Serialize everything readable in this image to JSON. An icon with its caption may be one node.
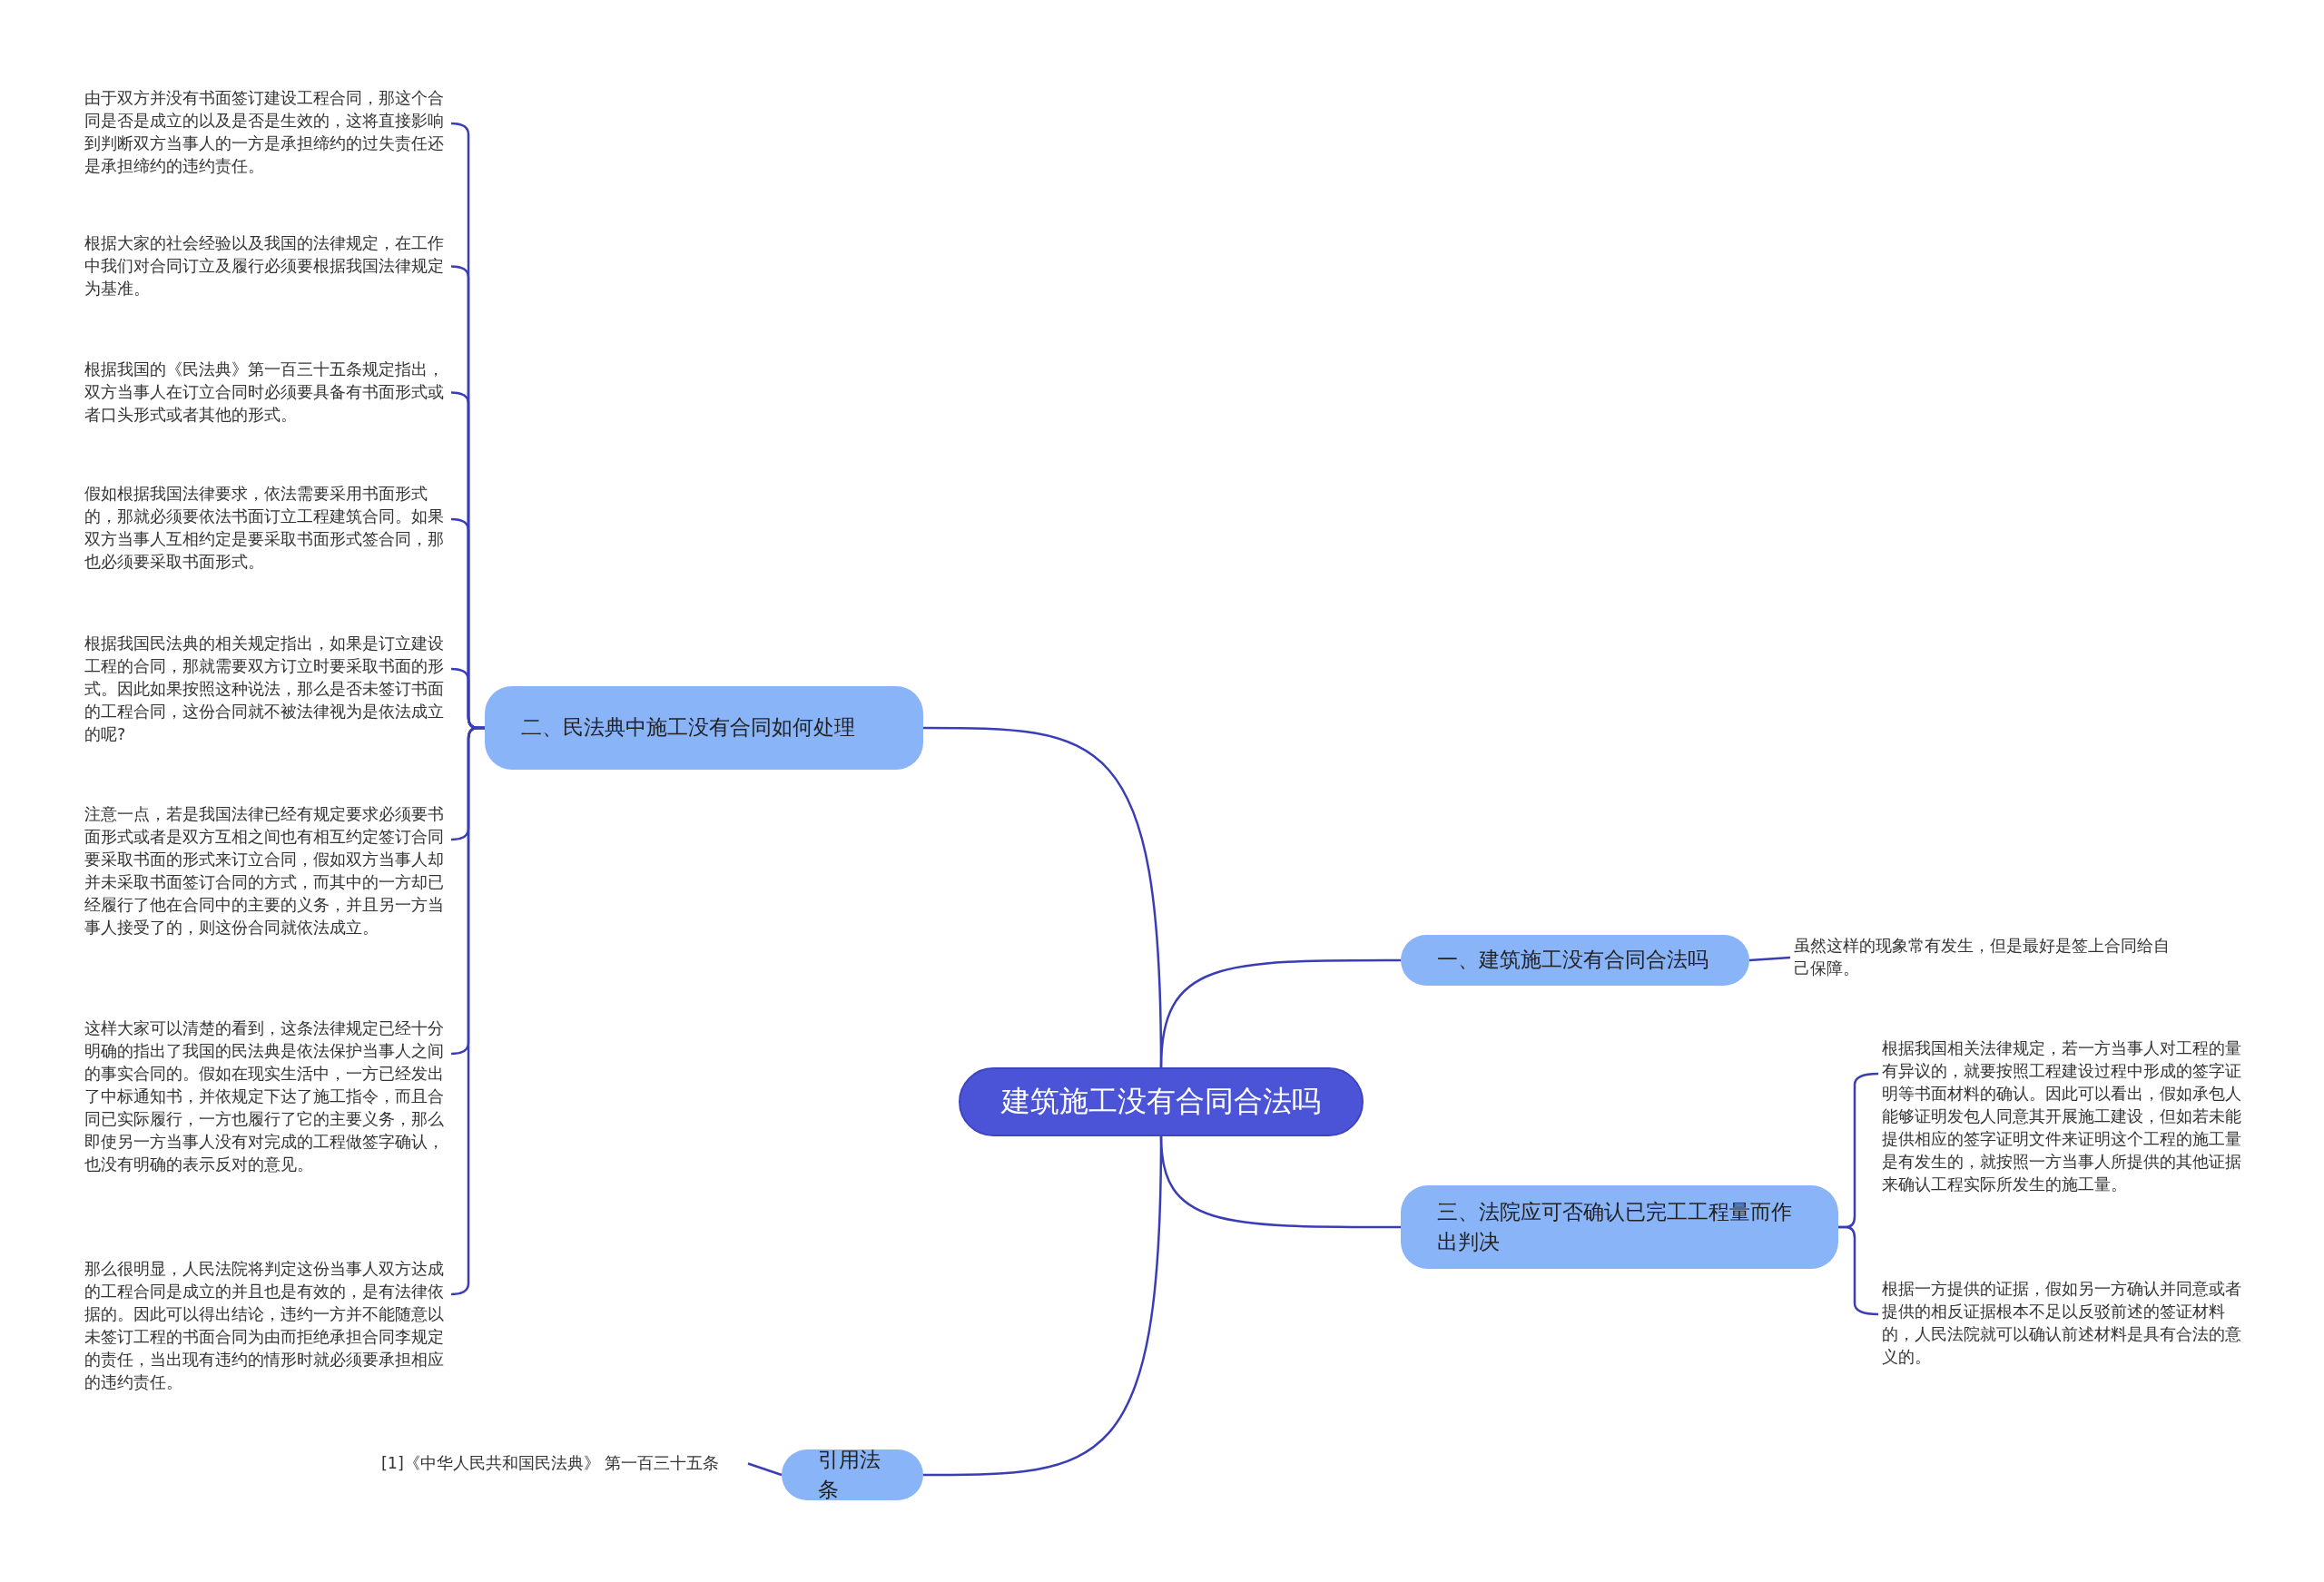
{
  "diagram": {
    "nodes": [
      {
        "text": [
          "建筑施工没有合同合法吗"
        ]
      },
      {
        "text": [
          "二、民法典中施工没有合同如何处理"
        ]
      },
      {
        "text": [
          "由于双方并没有书面签订建设工程合同，那这个合同是否是成立的以及是否是生效的，这将直接影响到判断双方当事人的一方是承担缔约的过失责任还是承担缔约的违约责任。"
        ]
      },
      {
        "text": [
          "根据大家的社会经验以及我国的法律规定，在工作中我们对合同订立及履行必须要根据我国法律规定为基准。"
        ]
      },
      {
        "text": [
          "根据我国的《民法典》第一百三十五条规定指出，双方当事人在订立合同时必须要具备有书面形式或者口头形式或者其他的形式。"
        ]
      },
      {
        "text": [
          "假如根据我国法律要求，依法需要采用书面形式的，那就必须要依法书面订立工程建筑合同。如果双方当事人互相约定是要采取书面形式签合同，那也必须要采取书面形式。"
        ]
      },
      {
        "text": [
          "根据我国民法典的相关规定指出，如果是订立建设工程的合同，那就需要双方订立时要采取书面的形式。因此如果按照这种说法，那么是否未签订书面的工程合同，这份合同就不被法律视为是依法成立的呢?"
        ]
      },
      {
        "text": [
          "注意一点，若是我国法律已经有规定要求必须要书面形式或者是双方互相之间也有相互约定签订合同要采取书面的形式来订立合同，假如双方当事人却并未采取书面签订合同的方式，而其中的一方却已经履行了他在合同中的主要的义务，并且另一方当事人接受了的，则这份合同就依法成立。"
        ]
      },
      {
        "text": [
          "这样大家可以清楚的看到，这条法律规定已经十分明确的指出了我国的民法典是依法保护当事人之间的事实合同的。假如在现实生活中，一方已经发出了中标通知书，并依规定下达了施工指令，而且合同已实际履行，一方也履行了它的主要义务，那么即使另一方当事人没有对完成的工程做签字确认，也没有明确的表示反对的意见。"
        ]
      },
      {
        "text": [
          "那么很明显，人民法院将判定这份当事人双方达成的工程合同是成立的并且也是有效的，是有法律依据的。因此可以得出结论，违约一方并不能随意以未签订工程的书面合同为由而拒绝承担合同李规定的责任，当出现有违约的情形时就必须要承担相应的违约责任。"
        ]
      },
      {
        "text": [
          "一、建筑施工没有合同合法吗"
        ]
      },
      {
        "text": [
          "虽然这样的现象常有发生，但是最好是签上合同给自己保障。"
        ]
      },
      {
        "text": [
          "三、法院应可否确认已完工工程量而作出判决"
        ]
      },
      {
        "text": [
          "根据我国相关法律规定，若一方当事人对工程的量有异议的，就要按照工程建设过程中形成的签字证明等书面材料的确认。因此可以看出，假如承包人能够证明发包人同意其开展施工建设，但如若未能提供相应的签字证明文件来证明这个工程的施工量是有发生的，就按照一方当事人所提供的其他证据来确认工程实际所发生的施工量。"
        ]
      },
      {
        "text": [
          "根据一方提供的证据，假如另一方确认并同意或者提供的相反证据根本不足以反驳前述的签证材料的，人民法院就可以确认前述材料是具有合法的意义的。"
        ]
      },
      {
        "text": [
          "引用法条"
        ]
      },
      {
        "text": [
          "[1]《中华人民共和国民法典》 第一百三十五条"
        ]
      }
    ],
    "edges": [
      {
        "from": 0,
        "to": 1,
        "arrow": "none"
      },
      {
        "from": 1,
        "to": 2,
        "arrow": "none"
      },
      {
        "from": 1,
        "to": 3,
        "arrow": "none"
      },
      {
        "from": 1,
        "to": 4,
        "arrow": "none"
      },
      {
        "from": 1,
        "to": 5,
        "arrow": "none"
      },
      {
        "from": 1,
        "to": 6,
        "arrow": "none"
      },
      {
        "from": 1,
        "to": 7,
        "arrow": "none"
      },
      {
        "from": 1,
        "to": 8,
        "arrow": "none"
      },
      {
        "from": 1,
        "to": 9,
        "arrow": "none"
      },
      {
        "from": 0,
        "to": 10,
        "arrow": "none"
      },
      {
        "from": 10,
        "to": 11,
        "arrow": "none"
      },
      {
        "from": 0,
        "to": 12,
        "arrow": "none"
      },
      {
        "from": 12,
        "to": 13,
        "arrow": "none"
      },
      {
        "from": 12,
        "to": 14,
        "arrow": "none"
      },
      {
        "from": 0,
        "to": 15,
        "arrow": "none"
      },
      {
        "from": 15,
        "to": 16,
        "arrow": "none"
      }
    ]
  }
}
